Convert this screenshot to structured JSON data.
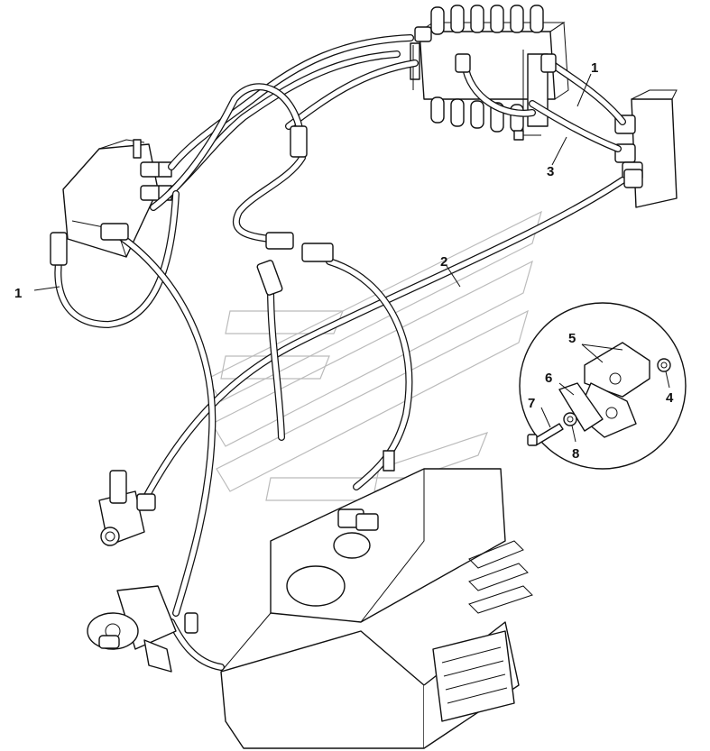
{
  "diagram": {
    "callouts": [
      {
        "id": "c1a",
        "label": "1"
      },
      {
        "id": "c1b",
        "label": "1"
      },
      {
        "id": "c2",
        "label": "2"
      },
      {
        "id": "c3",
        "label": "3"
      },
      {
        "id": "c4",
        "label": "4"
      },
      {
        "id": "c5",
        "label": "5"
      },
      {
        "id": "c6",
        "label": "6"
      },
      {
        "id": "c7",
        "label": "7"
      },
      {
        "id": "c8",
        "label": "8"
      }
    ]
  }
}
